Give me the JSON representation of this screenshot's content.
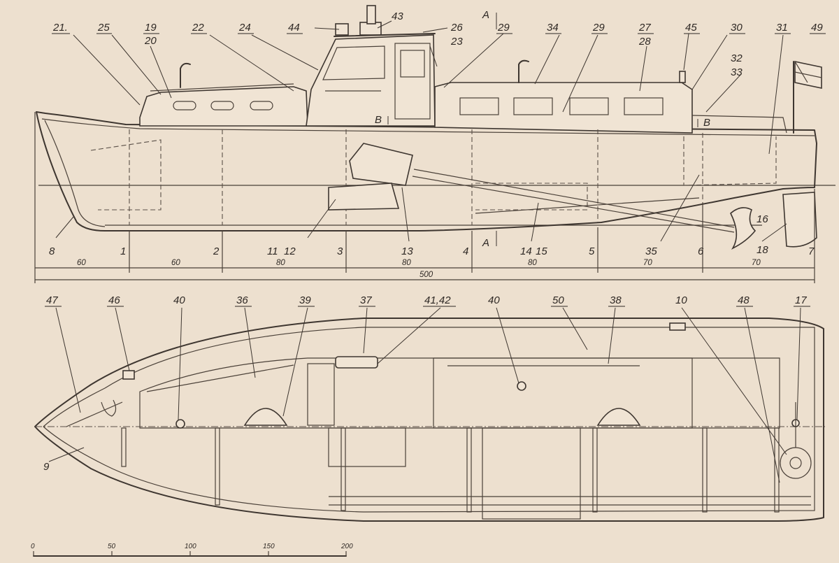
{
  "side_view": {
    "labels": [
      "21.",
      "25",
      "19",
      "20",
      "22",
      "24",
      "44",
      "43",
      "26",
      "23",
      "29",
      "34",
      "29",
      "27",
      "28",
      "45",
      "30",
      "31",
      "49",
      "32",
      "33",
      "B",
      "B",
      "A",
      "A",
      "8",
      "1",
      "2",
      "11",
      "12",
      "3",
      "13",
      "4",
      "14",
      "15",
      "5",
      "35",
      "6",
      "7",
      "16",
      "18"
    ],
    "dimensions": [
      "60",
      "60",
      "80",
      "80",
      "80",
      "70",
      "70"
    ],
    "overall_length": "500"
  },
  "plan_view": {
    "labels": [
      "47",
      "46",
      "40",
      "36",
      "39",
      "37",
      "41,42",
      "40",
      "50",
      "38",
      "10",
      "48",
      "17",
      "9"
    ]
  },
  "scale_bar": {
    "ticks": [
      "0",
      "50",
      "100",
      "150",
      "200"
    ]
  },
  "colors": {
    "paper": "#ede0cf",
    "ink": "#3e3630"
  }
}
